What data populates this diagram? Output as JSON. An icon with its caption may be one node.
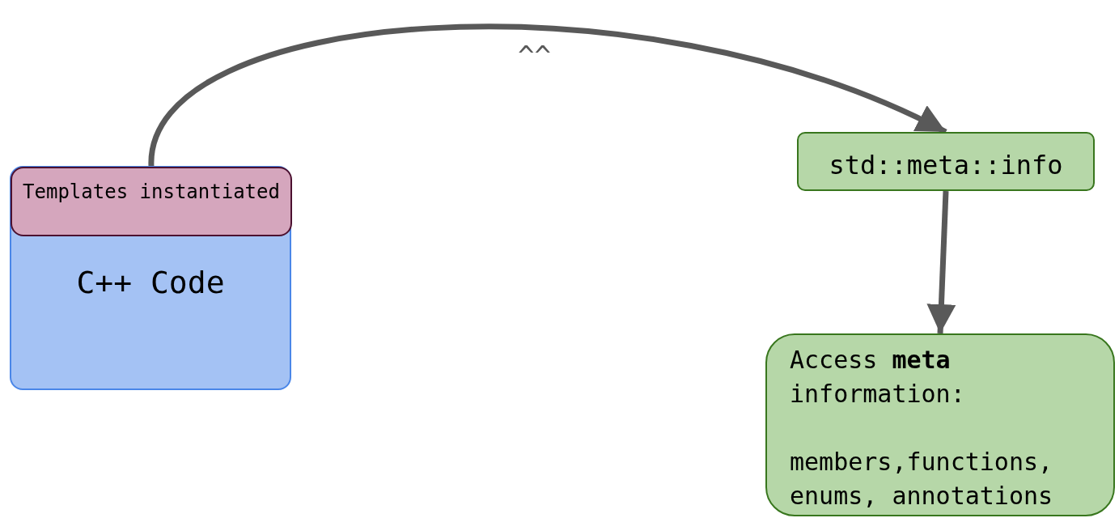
{
  "diagram": {
    "nodes": [
      {
        "text": [
          "C++ Code"
        ]
      },
      {
        "text": [
          "Templates instantiated"
        ],
        "in": 0
      },
      {
        "text": [
          "std::meta::info"
        ]
      },
      {
        "text": [
          "Access **meta** information:",
          "members,functions, enums, annotations"
        ]
      }
    ],
    "edges": [
      {
        "from": 1,
        "to": 2,
        "arrow": "to",
        "label": "^^"
      },
      {
        "from": 2,
        "to": 3,
        "arrow": "to"
      }
    ]
  }
}
